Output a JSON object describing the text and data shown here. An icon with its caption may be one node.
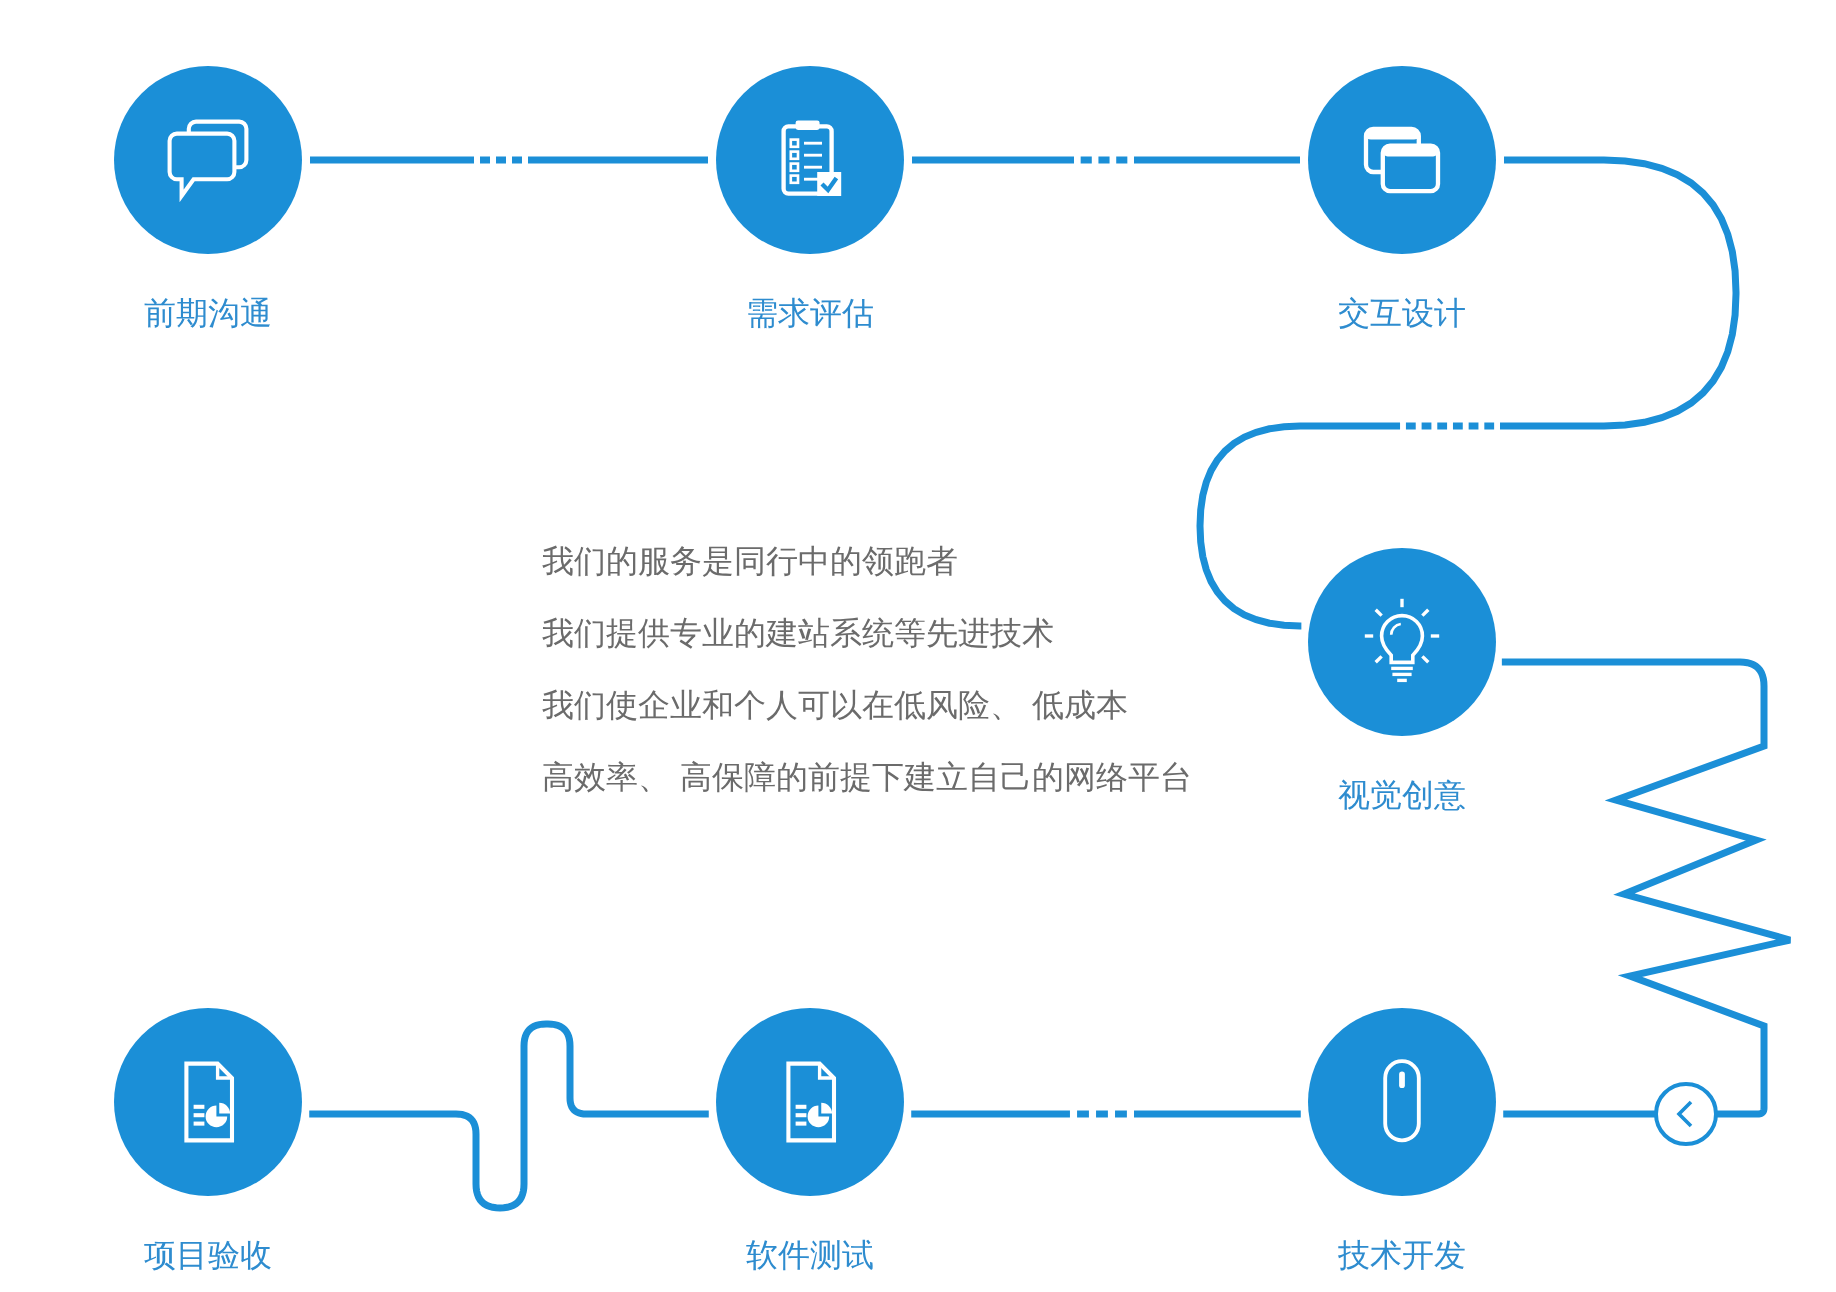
{
  "diagram": {
    "nodes": [
      {
        "text": [
          "前期沟通"
        ]
      },
      {
        "text": [
          "需求评估"
        ]
      },
      {
        "text": [
          "交互设计"
        ]
      },
      {
        "text": [
          "视觉创意"
        ]
      },
      {
        "text": [
          "项目验收"
        ]
      },
      {
        "text": [
          "软件测试"
        ]
      },
      {
        "text": [
          "技术开发"
        ]
      }
    ],
    "edges": [
      {
        "from": 0,
        "to": 1,
        "arrow": "none",
        "style": "dashed"
      },
      {
        "from": 1,
        "to": 2,
        "arrow": "none",
        "style": "dashed"
      },
      {
        "from": 2,
        "to": 3,
        "arrow": "none",
        "style": "dashed"
      },
      {
        "from": 3,
        "to": 6,
        "arrow": "to"
      },
      {
        "from": 6,
        "to": 5,
        "arrow": "none",
        "style": "dashed"
      },
      {
        "from": 5,
        "to": 4,
        "arrow": "none"
      }
    ],
    "labels": [
      "我们的服务是同行中的领跑者",
      "我们提供专业的建站系统等先进技术",
      "我们使企业和个人可以在低风险、 低成本",
      "高效率、 高保障的前提下建立自己的网络平台"
    ]
  }
}
